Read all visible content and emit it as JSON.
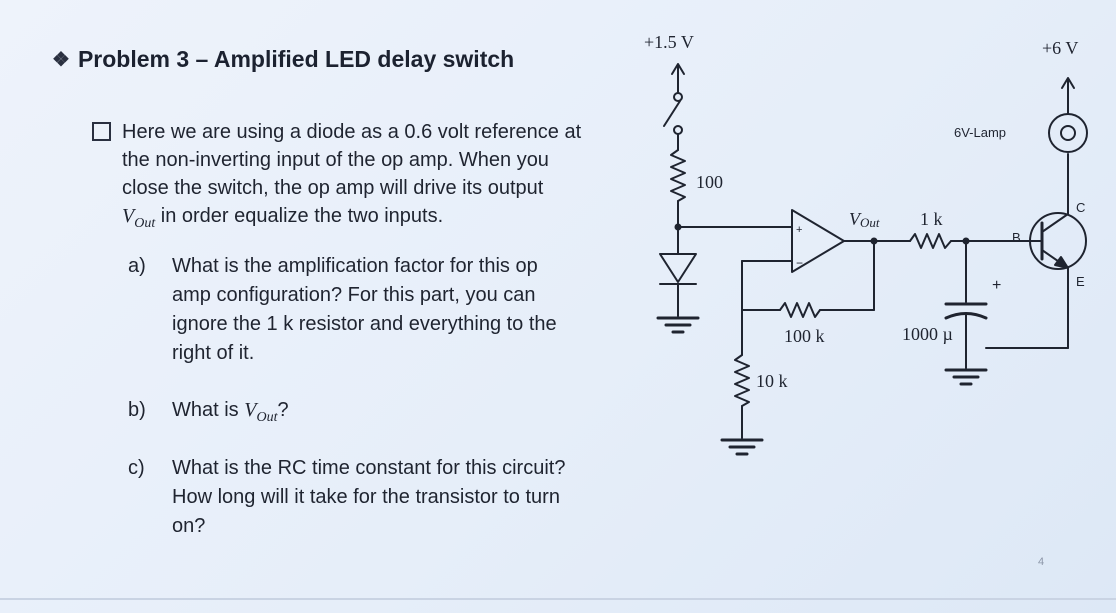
{
  "title": "Problem 3 – Amplified LED delay switch",
  "intro": {
    "line1": "Here we are using a diode as a 0.6 volt reference at",
    "line2": "the non-inverting input of the op amp.  When you",
    "line3": "close the switch, the op amp will drive its output",
    "vout_symbol": "V",
    "vout_sub": "Out",
    "line4_rest": " in order equalize the two inputs."
  },
  "questions": {
    "a": {
      "label": "a)",
      "line1": "What is the amplification factor for this op",
      "line2": "amp configuration?  For this part, you can",
      "line3": "ignore the 1 k resistor and everything to the",
      "line4": "right of it."
    },
    "b": {
      "label": "b)",
      "pre": "What is ",
      "vout_symbol": "V",
      "vout_sub": "Out",
      "post": "?"
    },
    "c": {
      "label": "c)",
      "line1": "What is the RC time constant for this circuit?",
      "line2": "How long will it take for the transistor to turn",
      "line3": "on?"
    }
  },
  "circuit": {
    "supply_left": "+1.5 V",
    "supply_right": "+6 V",
    "r_100": "100",
    "r_1k": "1 k",
    "r_100k": "100 k",
    "r_10k": "10 k",
    "cap": "1000 µ",
    "lamp": "6V-Lamp",
    "vout_v": "V",
    "vout_sub": "Out",
    "opamp_plus": "+",
    "opamp_minus": "−",
    "cap_plus": "+",
    "pin_b": "B",
    "pin_c": "C",
    "pin_e": "E"
  },
  "page_number": "4",
  "colors": {
    "background": "#e6eef9",
    "text": "#1f2430"
  }
}
